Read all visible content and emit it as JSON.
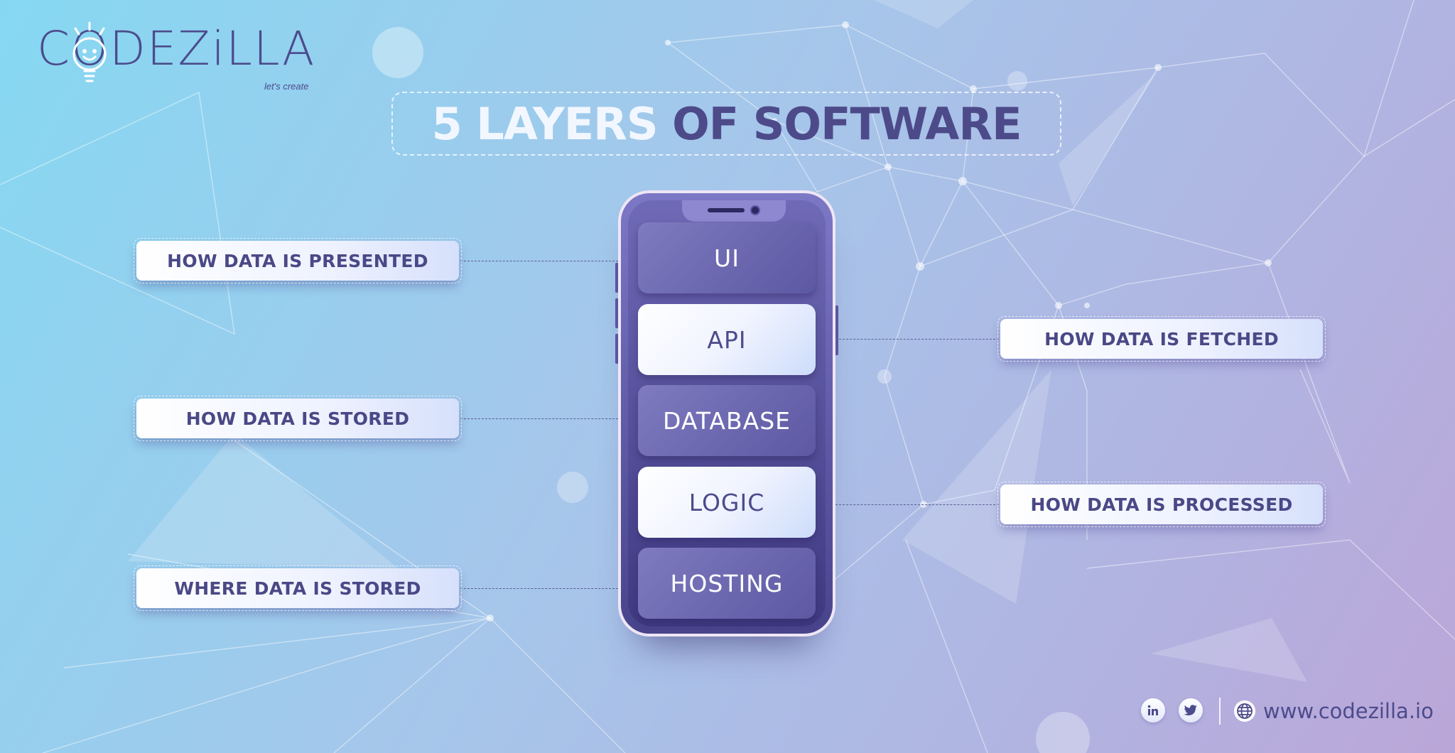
{
  "logo": {
    "text": "CODEZiLLA",
    "tagline": "let's create"
  },
  "title": {
    "part1": "5 LAYERS",
    "part2": "OF SOFTWARE"
  },
  "layers": [
    {
      "label": "UI",
      "style": "dark"
    },
    {
      "label": "API",
      "style": "light"
    },
    {
      "label": "DATABASE",
      "style": "dark"
    },
    {
      "label": "LOGIC",
      "style": "light"
    },
    {
      "label": "HOSTING",
      "style": "dark"
    }
  ],
  "descriptions": {
    "ui": "HOW DATA IS PRESENTED",
    "api": "HOW DATA IS FETCHED",
    "database": "HOW DATA IS STORED",
    "logic": "HOW DATA IS PROCESSED",
    "hosting": "WHERE DATA IS STORED"
  },
  "footer": {
    "website": "www.codezilla.io",
    "icons": [
      "linkedin-icon",
      "twitter-icon",
      "globe-icon"
    ]
  },
  "colors": {
    "brand": "#4c4b8c",
    "title_light": "#f2f7ff",
    "layer_dark": "#6a66b0",
    "layer_light": "#ffffff"
  }
}
